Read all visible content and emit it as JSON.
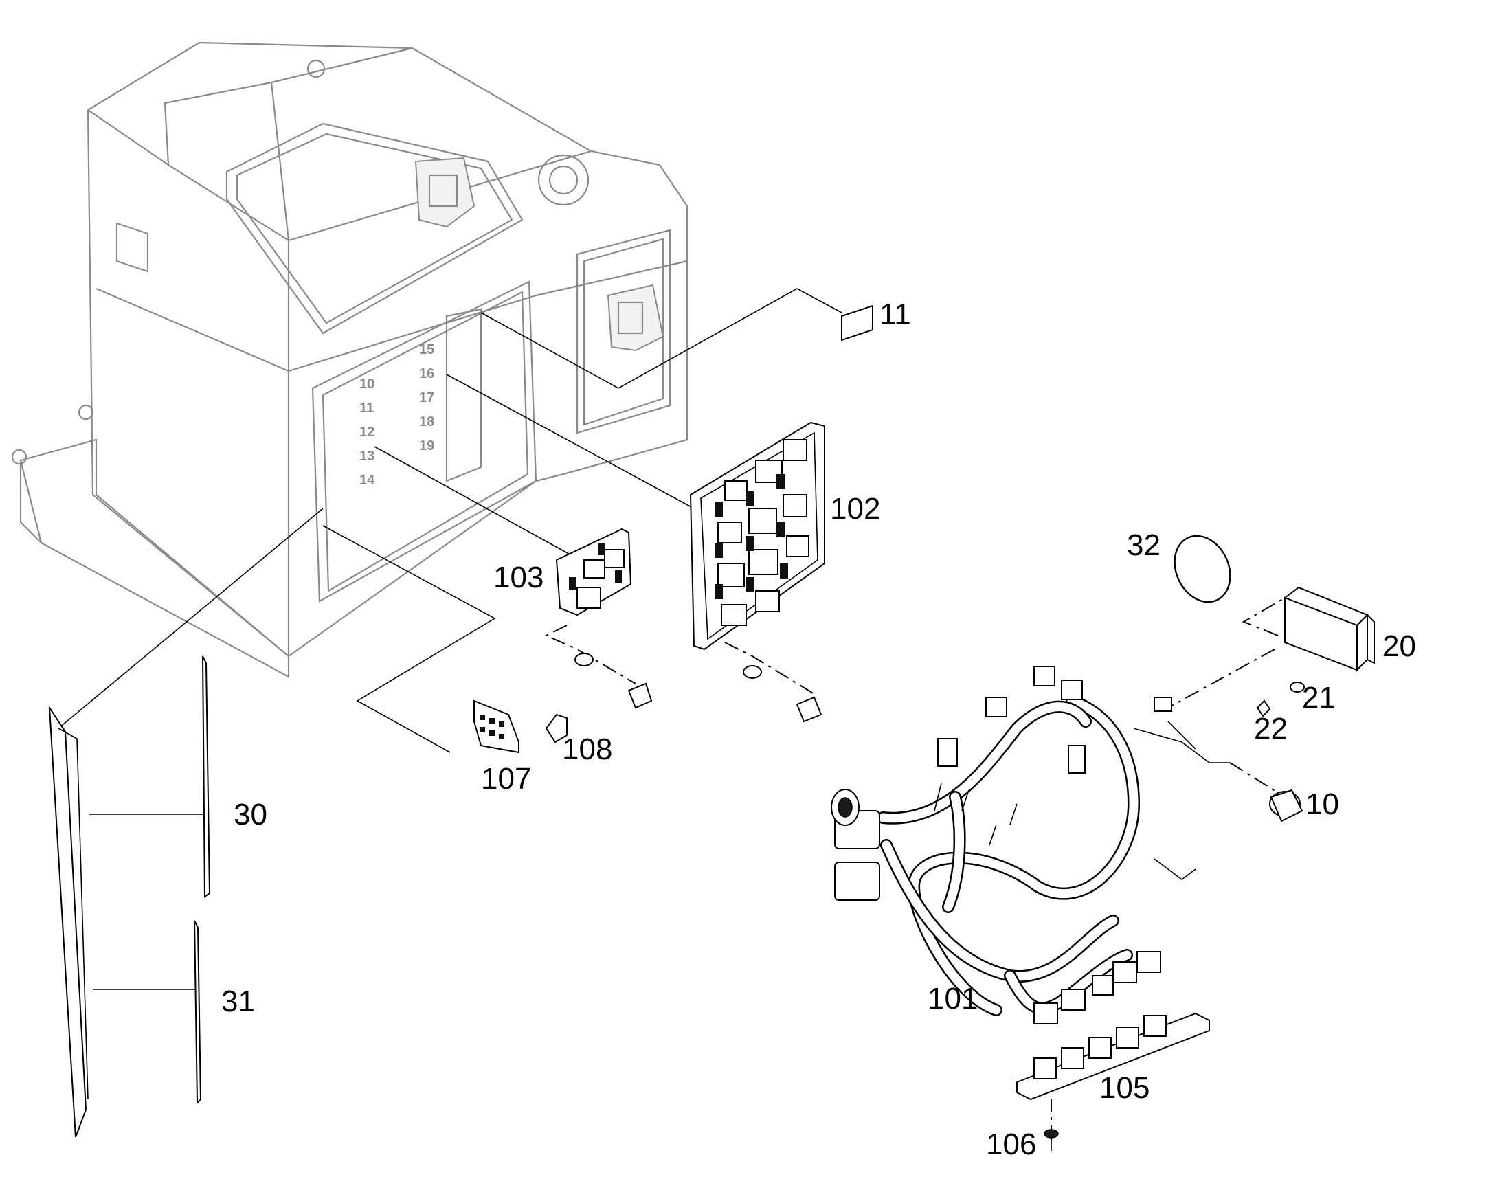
{
  "diagram": {
    "type": "exploded-parts-view",
    "callouts": [
      {
        "id": "c11",
        "label": "11"
      },
      {
        "id": "c102",
        "label": "102"
      },
      {
        "id": "c103",
        "label": "103"
      },
      {
        "id": "c32",
        "label": "32"
      },
      {
        "id": "c20",
        "label": "20"
      },
      {
        "id": "c21",
        "label": "21"
      },
      {
        "id": "c22",
        "label": "22"
      },
      {
        "id": "c10",
        "label": "10"
      },
      {
        "id": "c108",
        "label": "108"
      },
      {
        "id": "c107",
        "label": "107"
      },
      {
        "id": "c30",
        "label": "30"
      },
      {
        "id": "c31",
        "label": "31"
      },
      {
        "id": "c101",
        "label": "101"
      },
      {
        "id": "c105",
        "label": "105"
      },
      {
        "id": "c106",
        "label": "106"
      }
    ],
    "panel_numbers": [
      "10",
      "11",
      "12",
      "13",
      "14",
      "15",
      "16",
      "17",
      "18",
      "19"
    ]
  }
}
